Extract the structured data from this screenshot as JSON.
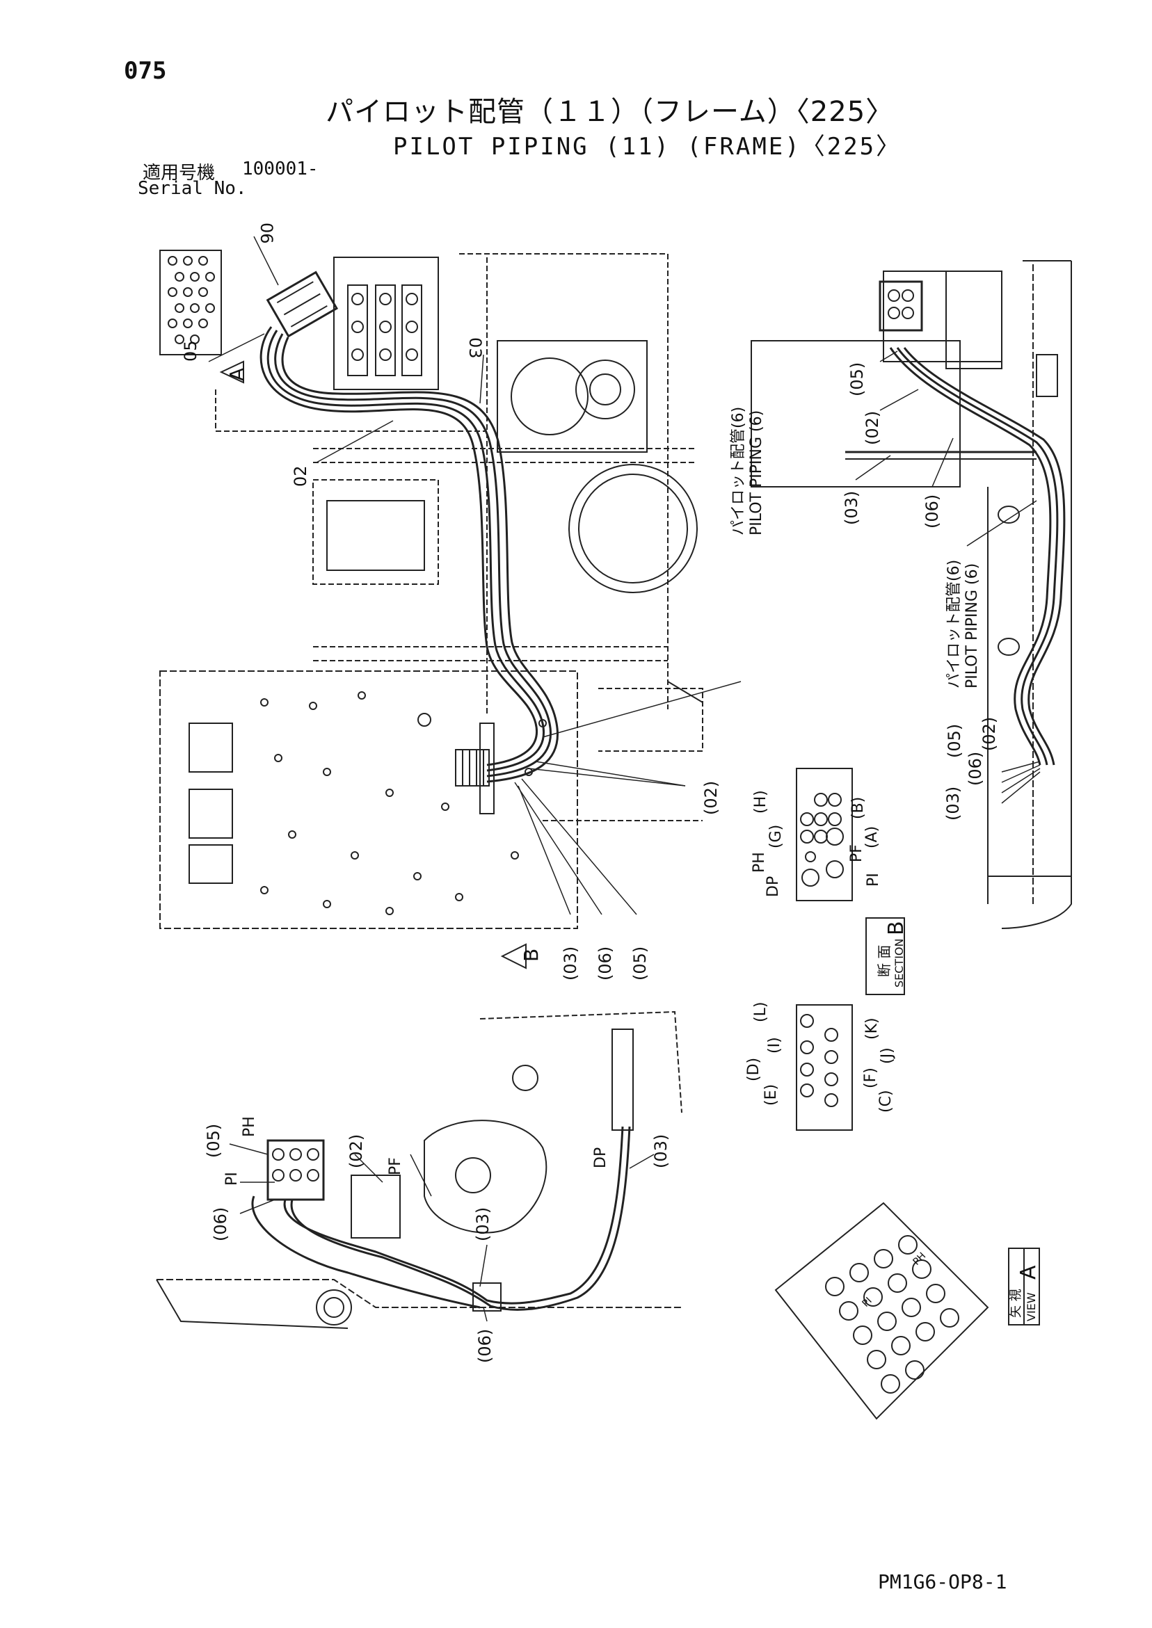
{
  "header": {
    "page_number": "075",
    "title_jp": "パイロット配管（１１）（フレーム）〈225〉",
    "title_en": "PILOT PIPING (11) (FRAME)〈225〉",
    "serial_label_jp": "適用号機",
    "serial_value": "100001-",
    "serial_label_en": "Serial No."
  },
  "callouts": {
    "c06_a": "06",
    "c05_a": "05",
    "c03_a": "03",
    "c02_a": "02",
    "view_a_arrow": "A",
    "ref_jp_1": "パイロット配管(6)",
    "ref_en_1": "PILOT PIPING (6)",
    "r02_main": "(02)",
    "r03_main": "(03)",
    "r06_main": "(06)",
    "r05_main": "(05)",
    "view_b_arrow": "B",
    "r05_tr": "(05)",
    "r02_tr": "(02)",
    "r03_tr": "(03)",
    "r06_tr": "(06)",
    "ref_jp_2": "パイロット配管(6)",
    "ref_en_2": "PILOT PIPING (6)",
    "r05_tr2": "(05)",
    "r02_tr2": "(02)",
    "r06_tr2": "(06)",
    "r03_tr2": "(03)",
    "port_h": "(H)",
    "port_g": "(G)",
    "port_b": "(B)",
    "port_a": "(A)",
    "port_ph": "PH",
    "port_pf": "PF",
    "port_dp": "DP",
    "port_pi": "PI",
    "port_l": "(L)",
    "port_i": "(I)",
    "port_d": "(D)",
    "port_e": "(E)",
    "port_k": "(K)",
    "port_j": "(J)",
    "port_f": "(F)",
    "port_c": "(C)",
    "section_jp": "断 面",
    "section_en": "SECTION",
    "section_letter": "B",
    "bl_05": "(05)",
    "bl_ph": "PH",
    "bl_pi": "PI",
    "bl_06": "(06)",
    "bl_02": "(02)",
    "bl_pf": "PF",
    "bl_03a": "(03)",
    "bl_dp": "DP",
    "bl_03b": "(03)",
    "bl_06b": "(06)",
    "view_jp": "矢 視",
    "view_en": "VIEW",
    "view_letter": "A",
    "va_pi": "PI",
    "va_ph": "PH"
  },
  "footer": {
    "doc_code": "PM1G6-OP8-1"
  }
}
